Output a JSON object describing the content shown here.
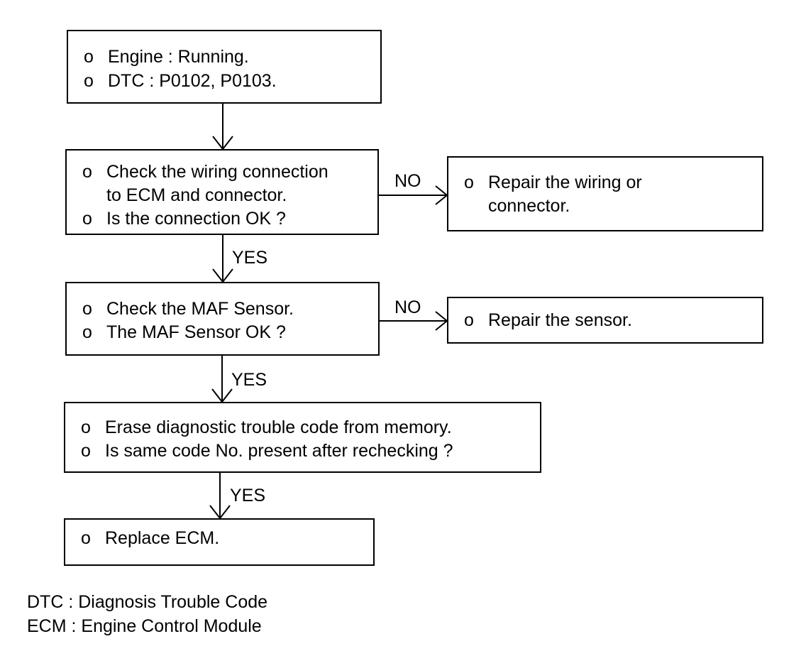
{
  "flowchart": {
    "start": {
      "bullet": "o",
      "lines": [
        "Engine : Running.",
        "DTC : P0102, P0103."
      ]
    },
    "check_wiring": {
      "bullet": "o",
      "line1": "Check the wiring connection",
      "line1_cont": "to ECM and connector.",
      "line2": "Is the connection OK ?"
    },
    "repair_wiring": {
      "bullet": "o",
      "line1": "Repair the wiring or",
      "line1_cont": "connector."
    },
    "check_maf": {
      "bullet": "o",
      "lines": [
        "Check the MAF Sensor.",
        "The MAF Sensor OK ?"
      ]
    },
    "repair_sensor": {
      "bullet": "o",
      "line1": "Repair the sensor."
    },
    "erase_code": {
      "bullet": "o",
      "lines": [
        "Erase diagnostic trouble code from memory.",
        "Is same code No. present after rechecking ?"
      ]
    },
    "replace_ecm": {
      "bullet": "o",
      "line1": "Replace ECM."
    },
    "labels": {
      "no_1": "NO",
      "yes_1": "YES",
      "no_2": "NO",
      "yes_2": "YES",
      "yes_3": "YES"
    }
  },
  "legend": {
    "dtc": "DTC : Diagnosis Trouble Code",
    "ecm": "ECM : Engine Control Module"
  }
}
